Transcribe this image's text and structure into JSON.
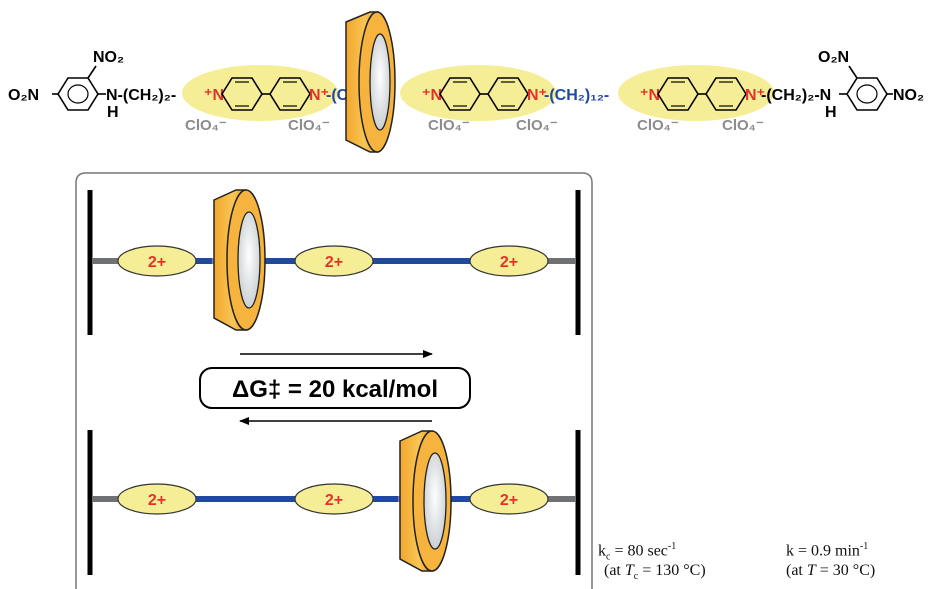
{
  "molecule": {
    "left_end": "O₂N",
    "left_no2": "NO₂",
    "left_chain": "N-(CH₂)₂-",
    "left_h": "H",
    "n_plus": "N⁺",
    "plus_n": "⁺N",
    "spacer": "-(CH₂)₁₂-",
    "counterion": "ClO₄⁻",
    "right_chain": "-(CH₂)₂-N",
    "right_h": "H",
    "right_no2": "O₂N",
    "right_end": "NO₂"
  },
  "shuttle": {
    "charge_label": "2+",
    "barrier": "ΔG‡ = 20 kcal/mol"
  },
  "kinetics": {
    "kc": "k",
    "kc_sub": "c",
    "kc_value": " = 80 sec",
    "kc_exp": "-1",
    "tc_prefix": "(at ",
    "tc_T": "T",
    "tc_sub": "c",
    "tc_value": " = 130 °C)",
    "k_value": "k = 0.9 min",
    "k_exp": "-1",
    "t_prefix": "(at ",
    "t_T": "T",
    "t_value": " = 30 °C)"
  },
  "colors": {
    "ellipse_fill": "#f6ee96",
    "red_label": "#e4322b",
    "blue_axle": "#1f4aa0",
    "gray_axle": "#6f7173",
    "ring_orange": "#f6b43e",
    "ring_inner": "#d3d8db",
    "gray_text": "#8c8c8c"
  }
}
